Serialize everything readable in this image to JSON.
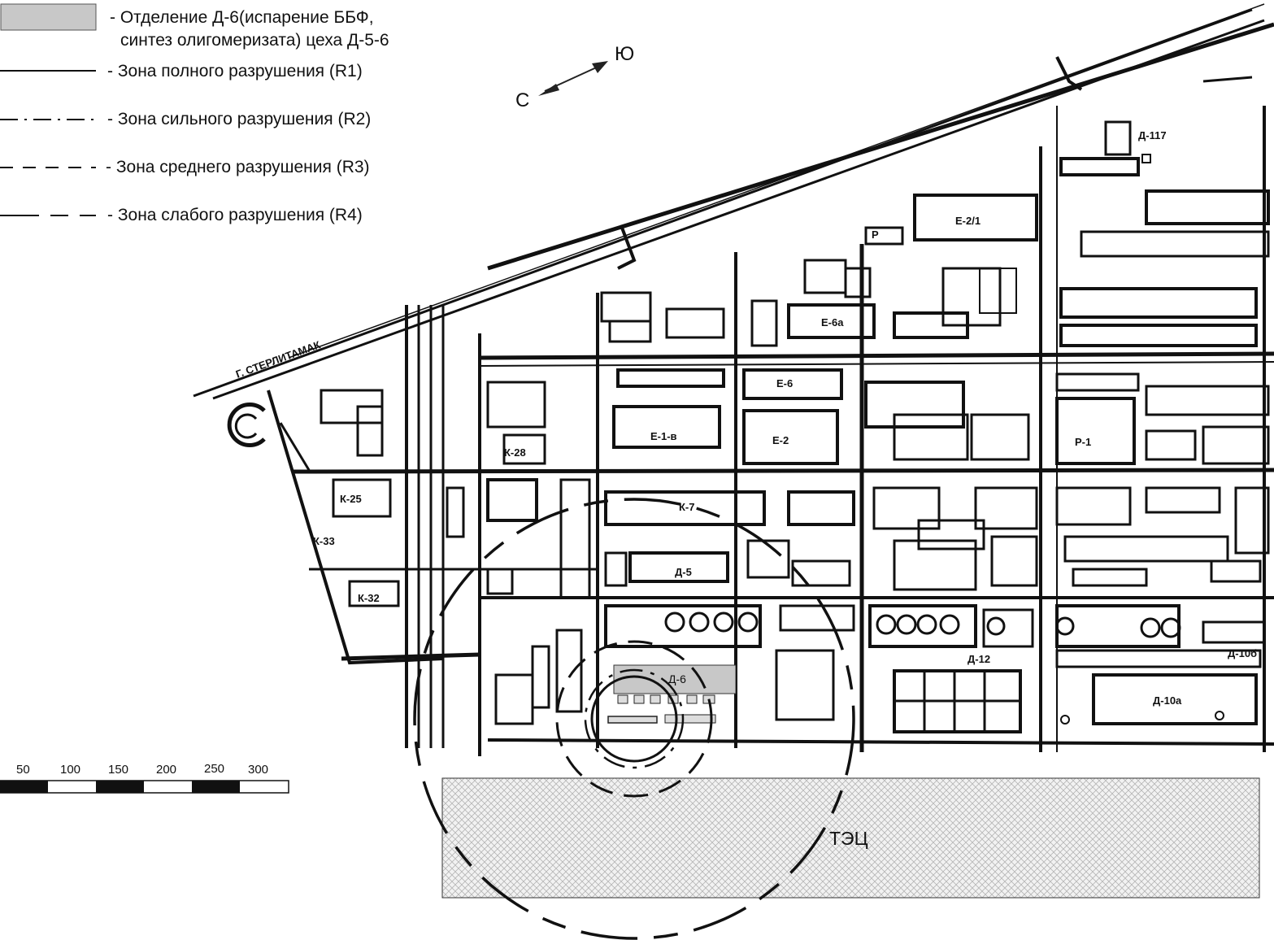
{
  "legend": {
    "building": {
      "text_line1": "- Отделение Д-6(испарение ББФ,",
      "text_line2": "синтез олигомеризата) цеха Д-5-6",
      "fill": "#c8c8c8"
    },
    "zones": [
      {
        "id": "R1",
        "text": "- Зона полного разрушения (R1)",
        "style": "solid"
      },
      {
        "id": "R2",
        "text": "- Зона сильного разрушения (R2)",
        "style": "dash-dot"
      },
      {
        "id": "R3",
        "text": "- Зона среднего разрушения (R3)",
        "style": "dash"
      },
      {
        "id": "R4",
        "text": "- Зона слабого разрушения (R4)",
        "style": "long-dash"
      }
    ]
  },
  "compass": {
    "north": "С",
    "south": "Ю"
  },
  "scale_bar": {
    "ticks": [
      "50",
      "100",
      "150",
      "200",
      "250",
      "300"
    ]
  },
  "map": {
    "road_label": "Г. СТЕРЛИТАМАК",
    "source_building": "Д-6",
    "tec_label": "ТЭЦ",
    "building_labels": [
      "Д-117",
      "Е-2/1",
      "Е-6а",
      "Е-6",
      "Е-1-в",
      "Е-2",
      "Р-1",
      "К-7",
      "Д-5",
      "Д-12",
      "Д-10а",
      "Д-10б",
      "К-28",
      "К-25",
      "К-33",
      "К-32",
      "Р"
    ]
  }
}
